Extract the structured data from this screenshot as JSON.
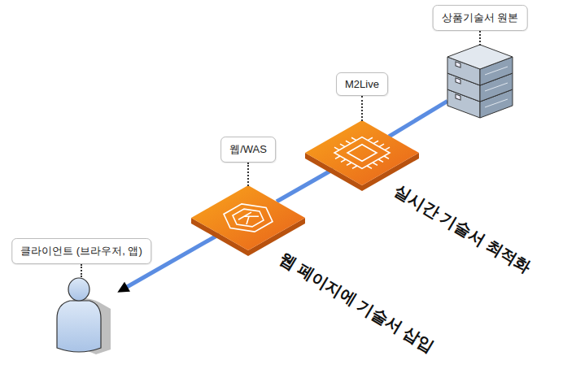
{
  "diagram": {
    "nodes": [
      {
        "text": [
          "상품기술서 원본"
        ]
      },
      {
        "text": [
          "M2Live"
        ]
      },
      {
        "text": [
          "웹/WAS"
        ]
      },
      {
        "text": [
          "클라이언트 (브라우저, 앱)"
        ]
      }
    ],
    "edges": [
      {
        "from": 0,
        "to": 1,
        "arrow": "none"
      },
      {
        "from": 1,
        "to": 2,
        "arrow": "none"
      },
      {
        "from": 2,
        "to": 3,
        "arrow": "to"
      }
    ],
    "labels": [
      "실시간 기술서 최적화",
      "웹 페이지에 기술서 삽입"
    ]
  }
}
